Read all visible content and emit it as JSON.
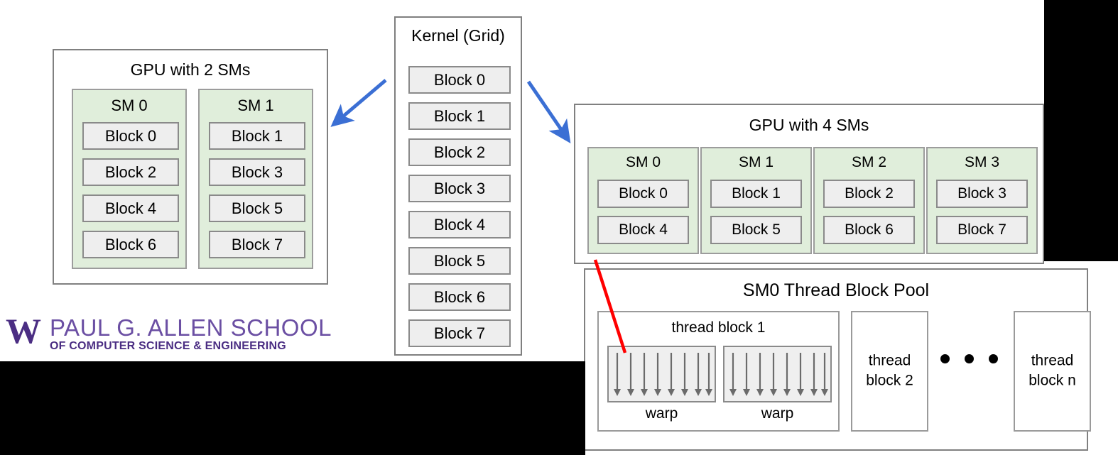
{
  "diagram": {
    "title": "CUDA kernel block scheduling across SMs",
    "colors": {
      "sm_fill": "#e0eedb",
      "block_fill": "#eeeeee",
      "border_gray": "#808080",
      "arrow_blue": "#3b6fd4",
      "pointer_red": "#ff0000",
      "logo_purple": "#4b2e83",
      "mask_black": "#000000"
    }
  },
  "gpu2": {
    "title": "GPU with 2 SMs",
    "sms": [
      {
        "label": "SM 0",
        "blocks": [
          "Block 0",
          "Block 2",
          "Block 4",
          "Block 6"
        ]
      },
      {
        "label": "SM 1",
        "blocks": [
          "Block 1",
          "Block 3",
          "Block 5",
          "Block 7"
        ]
      }
    ]
  },
  "kernel": {
    "title": "Kernel (Grid)",
    "blocks": [
      "Block 0",
      "Block 1",
      "Block 2",
      "Block 3",
      "Block 4",
      "Block 5",
      "Block 6",
      "Block 7"
    ]
  },
  "gpu4": {
    "title": "GPU with 4 SMs",
    "sms": [
      {
        "label": "SM 0",
        "blocks": [
          "Block 0",
          "Block 4"
        ]
      },
      {
        "label": "SM 1",
        "blocks": [
          "Block 1",
          "Block 5"
        ]
      },
      {
        "label": "SM 2",
        "blocks": [
          "Block 2",
          "Block 6"
        ]
      },
      {
        "label": "SM 3",
        "blocks": [
          "Block 3",
          "Block 7"
        ]
      }
    ]
  },
  "pool": {
    "title": "SM0 Thread Block Pool",
    "thread_block_1": {
      "title": "thread block 1",
      "warps": [
        {
          "label": "warp",
          "arrow_count": 8
        },
        {
          "label": "warp",
          "arrow_count": 8
        }
      ]
    },
    "thread_block_2": {
      "line1": "thread",
      "line2": "block 2"
    },
    "ellipsis_dot_count": 3,
    "thread_block_n": {
      "line1": "thread",
      "line2": "block n"
    }
  },
  "logo": {
    "mark": "W",
    "line1": "PAUL G. ALLEN SCHOOL",
    "line2": "OF COMPUTER SCIENCE & ENGINEERING"
  },
  "arrows": {
    "left_arrow_name": "arrow-kernel-to-gpu2",
    "right_arrow_name": "arrow-kernel-to-gpu4",
    "red_pointer_name": "pointer-sm0-to-pool"
  }
}
